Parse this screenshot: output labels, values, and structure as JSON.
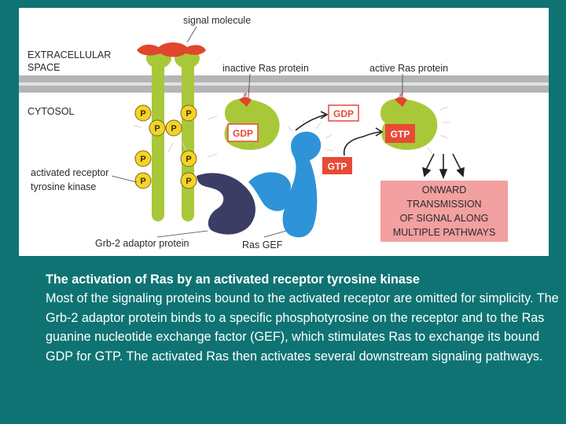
{
  "labels": {
    "signal_molecule": "signal molecule",
    "extracellular_1": "EXTRACELLULAR",
    "extracellular_2": "SPACE",
    "inactive_ras": "inactive Ras protein",
    "active_ras": "active Ras protein",
    "cytosol": "CYTOSOL",
    "receptor_1": "activated receptor",
    "receptor_2": "tyrosine kinase",
    "grb2": "Grb-2 adaptor protein",
    "ras_gef": "Ras GEF",
    "phospho": "P",
    "gdp": "GDP",
    "gtp": "GTP"
  },
  "onward": {
    "line1": "ONWARD",
    "line2": "TRANSMISSION",
    "line3": "OF SIGNAL ALONG",
    "line4": "MULTIPLE PATHWAYS"
  },
  "caption": {
    "title": "The activation of Ras by an activated receptor tyrosine kinase",
    "body": "Most of the signaling proteins bound to the activated receptor are omitted for simplicity. The Grb-2 adaptor protein binds to a specific phosphotyrosine on the receptor and to the Ras guanine nucleotide exchange factor (GEF), which stimulates Ras to exchange its bound GDP for GTP. The activated Ras then activates several downstream signaling pathways."
  },
  "colors": {
    "background": "#0f7373",
    "membrane": "#b5b5b5",
    "receptor_green": "#a8c83a",
    "phospho_yellow": "#f6d22a",
    "signal_red": "#e0462c",
    "grb2_navy": "#3b3d64",
    "gef_blue": "#2f93d8",
    "nucleotide_red": "#e84a35",
    "onward_pink": "#f2a0a0"
  }
}
